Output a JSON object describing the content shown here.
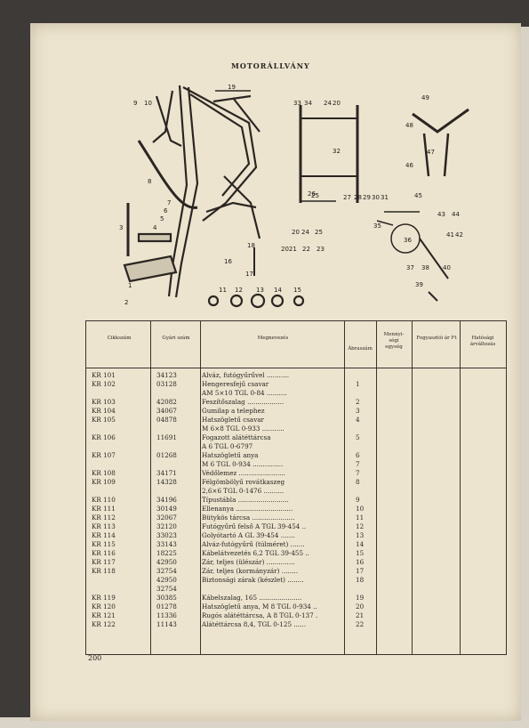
{
  "page": {
    "title": "MOTORÁLLVÁNY",
    "page_number": "200"
  },
  "diagram": {
    "callouts": [
      "1",
      "2",
      "3",
      "4",
      "5",
      "6",
      "7",
      "8",
      "9",
      "10",
      "11",
      "12",
      "13",
      "14",
      "15",
      "16",
      "17",
      "18",
      "19",
      "20",
      "20",
      "21",
      "22",
      "23",
      "24",
      "24",
      "25",
      "25",
      "26",
      "27",
      "28",
      "29",
      "30",
      "31",
      "32",
      "33",
      "34",
      "35",
      "36",
      "37",
      "38",
      "39",
      "40",
      "41",
      "42",
      "43",
      "44",
      "45",
      "46",
      "47",
      "48",
      "49",
      "20"
    ]
  },
  "table": {
    "headers": {
      "cikkszam": "Cikkszám",
      "gyari_szam": "Gyári szám",
      "megnevezes": "Megnevezés",
      "abraszam": "Ábraszám",
      "mennyisegi_egyseg": "Mennyi-ségi egység",
      "fogyasztoi_ar": "Fogyasztói ár Ft",
      "hatosagi": "Hatósági árváltozás"
    },
    "rows": [
      {
        "cikk": "KR 101",
        "gyari": "34123",
        "nev": "Alváz, futógyűrűvel ...........",
        "abra": ""
      },
      {
        "cikk": "KR 102",
        "gyari": "03128",
        "nev": "Hengeresfejű csavar",
        "abra": "1"
      },
      {
        "cikk": "",
        "gyari": "",
        "nev": "  AM 5×10 TGL 0-84 ..........",
        "abra": ""
      },
      {
        "cikk": "KR 103",
        "gyari": "42082",
        "nev": "Feszítőszalag ..................",
        "abra": "2"
      },
      {
        "cikk": "KR 104",
        "gyari": "34067",
        "nev": "Gumilap a telephez",
        "abra": "3"
      },
      {
        "cikk": "KR 105",
        "gyari": "04878",
        "nev": "Hatszögletű csavar",
        "abra": "4"
      },
      {
        "cikk": "",
        "gyari": "",
        "nev": "  M 6×8 TGL 0-933 ...........",
        "abra": ""
      },
      {
        "cikk": "KR 106",
        "gyari": "11691",
        "nev": "Fogazott alátéttárcsa",
        "abra": "5"
      },
      {
        "cikk": "",
        "gyari": "",
        "nev": "  A 6 TGL 0-6797",
        "abra": ""
      },
      {
        "cikk": "KR 107",
        "gyari": "01268",
        "nev": "Hatszögletű anya",
        "abra": "6"
      },
      {
        "cikk": "",
        "gyari": "",
        "nev": "  M 6 TGL 0-934 ...............",
        "abra": "7"
      },
      {
        "cikk": "KR 108",
        "gyari": "34171",
        "nev": "Védőlemez .......................",
        "abra": "7"
      },
      {
        "cikk": "KR 109",
        "gyari": "14328",
        "nev": "Félgömbölyű rovátkaszeg",
        "abra": "8"
      },
      {
        "cikk": "",
        "gyari": "",
        "nev": "  2,6×6 TGL 0-1476 ..........",
        "abra": ""
      },
      {
        "cikk": "KR 110",
        "gyari": "34196",
        "nev": "Típustábla .........................",
        "abra": "9"
      },
      {
        "cikk": "KR 111",
        "gyari": "30149",
        "nev": "Ellenanya ............................",
        "abra": "10"
      },
      {
        "cikk": "KR 112",
        "gyari": "32067",
        "nev": "Bütykös tárcsa .....................",
        "abra": "11"
      },
      {
        "cikk": "KR 113",
        "gyari": "32120",
        "nev": "Futógyűrű felső A TGL 39-454 ..",
        "abra": "12"
      },
      {
        "cikk": "KR 114",
        "gyari": "33023",
        "nev": "Golyótartó A  GL 39-454 .......",
        "abra": "13"
      },
      {
        "cikk": "KR 115",
        "gyari": "33143",
        "nev": "Alváz-futógyűrű (túlméret) .......",
        "abra": "14"
      },
      {
        "cikk": "KR 116",
        "gyari": "18225",
        "nev": "Kábelátvezetés 6,2 TGL 39-455 ..",
        "abra": "15"
      },
      {
        "cikk": "KR 117",
        "gyari": "42950",
        "nev": "Zár, teljes (ülészár) ..............",
        "abra": "16"
      },
      {
        "cikk": "KR 118",
        "gyari": "32754",
        "nev": "Zár, teljes (kormányzár) ........",
        "abra": "17"
      },
      {
        "cikk": "",
        "gyari": "42950",
        "nev": "Biztonsági zárak (készlet) ........",
        "abra": "18"
      },
      {
        "cikk": "",
        "gyari": "32754",
        "nev": "",
        "abra": ""
      },
      {
        "cikk": "KR 119",
        "gyari": "30385",
        "nev": "Kábelszalag, 165 .....................",
        "abra": "19"
      },
      {
        "cikk": "KR 120",
        "gyari": "01278",
        "nev": "Hatszögletű anya, M 8 TGL 0-934 ..",
        "abra": "20"
      },
      {
        "cikk": "KR 121",
        "gyari": "11336",
        "nev": "Rugós alátéttárcsa, A 8 TGL 0-137 .",
        "abra": "21"
      },
      {
        "cikk": "KR 122",
        "gyari": "11143",
        "nev": "Alátéttárcsa 8,4, TGL 0-125 ......",
        "abra": "22"
      }
    ]
  }
}
